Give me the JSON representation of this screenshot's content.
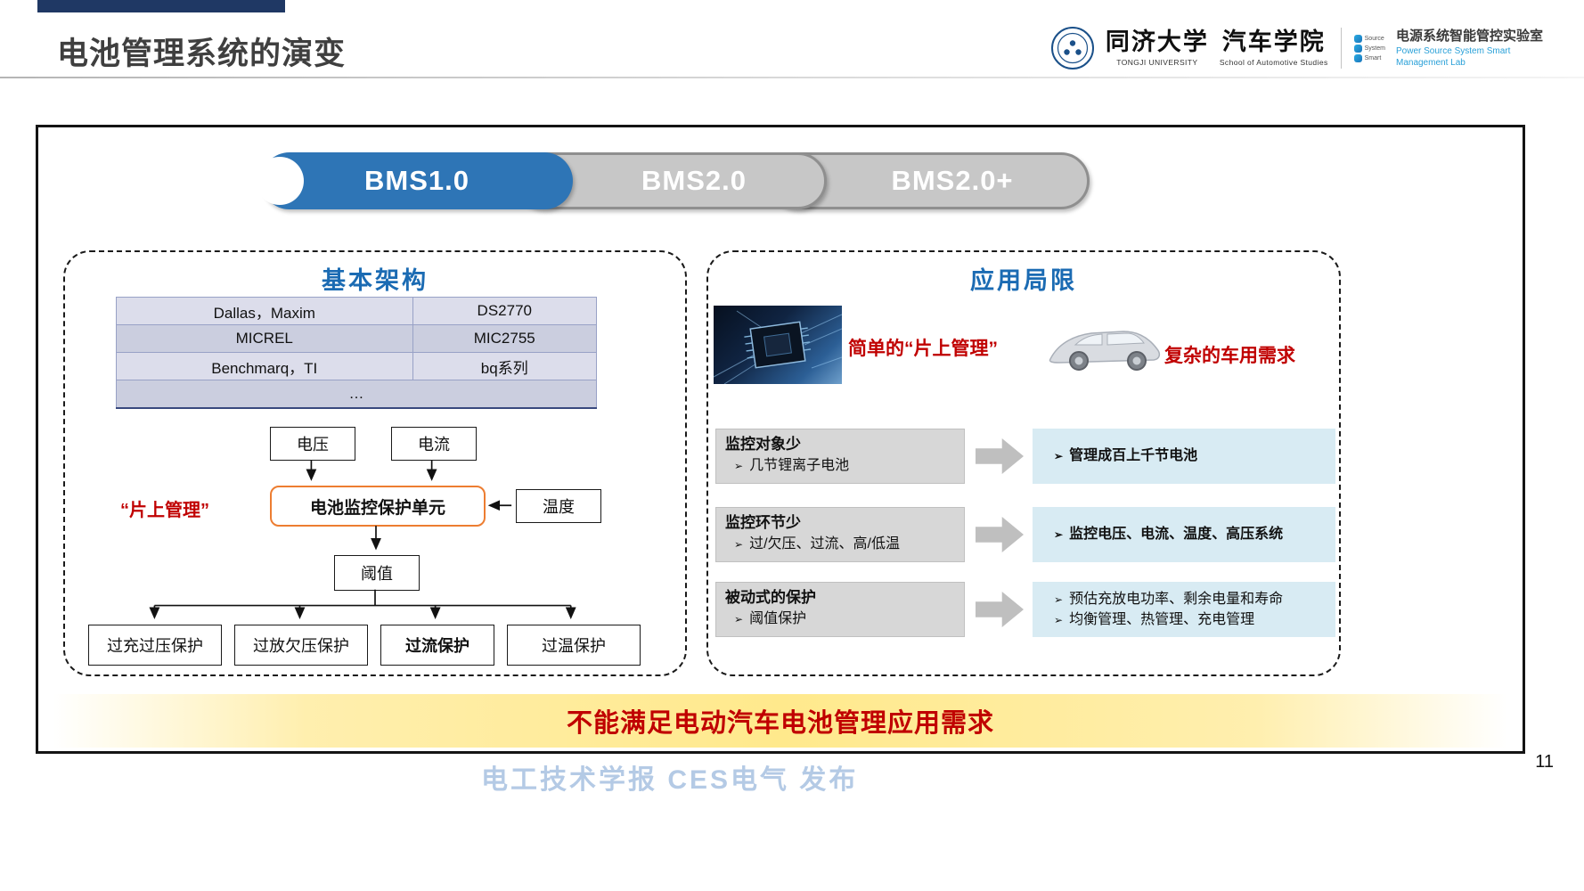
{
  "slide": {
    "title": "电池管理系统的演变",
    "page_number": "11",
    "watermark": "电工技术学报 CES电气 发布"
  },
  "header": {
    "university_cn": "同济大学",
    "university_en": "TONGJI UNIVERSITY",
    "school_cn": "汽车学院",
    "school_en": "School of Automotive Studies",
    "lab_cn": "电源系统智能管控实验室",
    "lab_en_line1": "Power Source System Smart",
    "lab_en_line2": "Management Lab",
    "lab_icon_words": [
      "Source",
      "System",
      "Smart"
    ]
  },
  "timeline": {
    "stages": [
      {
        "label": "BMS1.0",
        "state": "active"
      },
      {
        "label": "BMS2.0",
        "state": "inactive"
      },
      {
        "label": "BMS2.0+",
        "state": "inactive"
      }
    ]
  },
  "left_panel": {
    "title": "基本架构",
    "table": {
      "rows": [
        [
          "Dallas，Maxim",
          "DS2770"
        ],
        [
          "MICREL",
          "MIC2755"
        ],
        [
          "Benchmarq，TI",
          "bq系列"
        ]
      ],
      "ellipsis": "…"
    },
    "diagram": {
      "voltage": "电压",
      "current": "电流",
      "temperature": "温度",
      "on_chip_label": "“片上管理”",
      "central_unit": "电池监控保护单元",
      "threshold": "阈值",
      "protections": [
        "过充过压保护",
        "过放欠压保护",
        "过流保护",
        "过温保护"
      ]
    }
  },
  "right_panel": {
    "title": "应用局限",
    "bullet": "➢",
    "chip_caption": "简单的“片上管理”",
    "car_caption": "复杂的车用需求",
    "rows": [
      {
        "left_title": "监控对象少",
        "left_item": "几节锂离子电池",
        "right_items": [
          "管理成百上千节电池"
        ]
      },
      {
        "left_title": "监控环节少",
        "left_item": "过/欠压、过流、高/低温",
        "right_items": [
          "监控电压、电流、温度、高压系统"
        ]
      },
      {
        "left_title": "被动式的保护",
        "left_item": "阈值保护",
        "right_items": [
          "预估充放电功率、剩余电量和寿命",
          "均衡管理、热管理、充电管理"
        ]
      }
    ]
  },
  "footer": {
    "conclusion": "不能满足电动汽车电池管理应用需求"
  },
  "colors": {
    "accent_blue": "#1B6BB3",
    "navy": "#1F3864",
    "alert_red": "#C00000",
    "orange": "#ED7D31",
    "stage_active": "#2E75B6",
    "stage_inactive": "#C7C7C7"
  }
}
